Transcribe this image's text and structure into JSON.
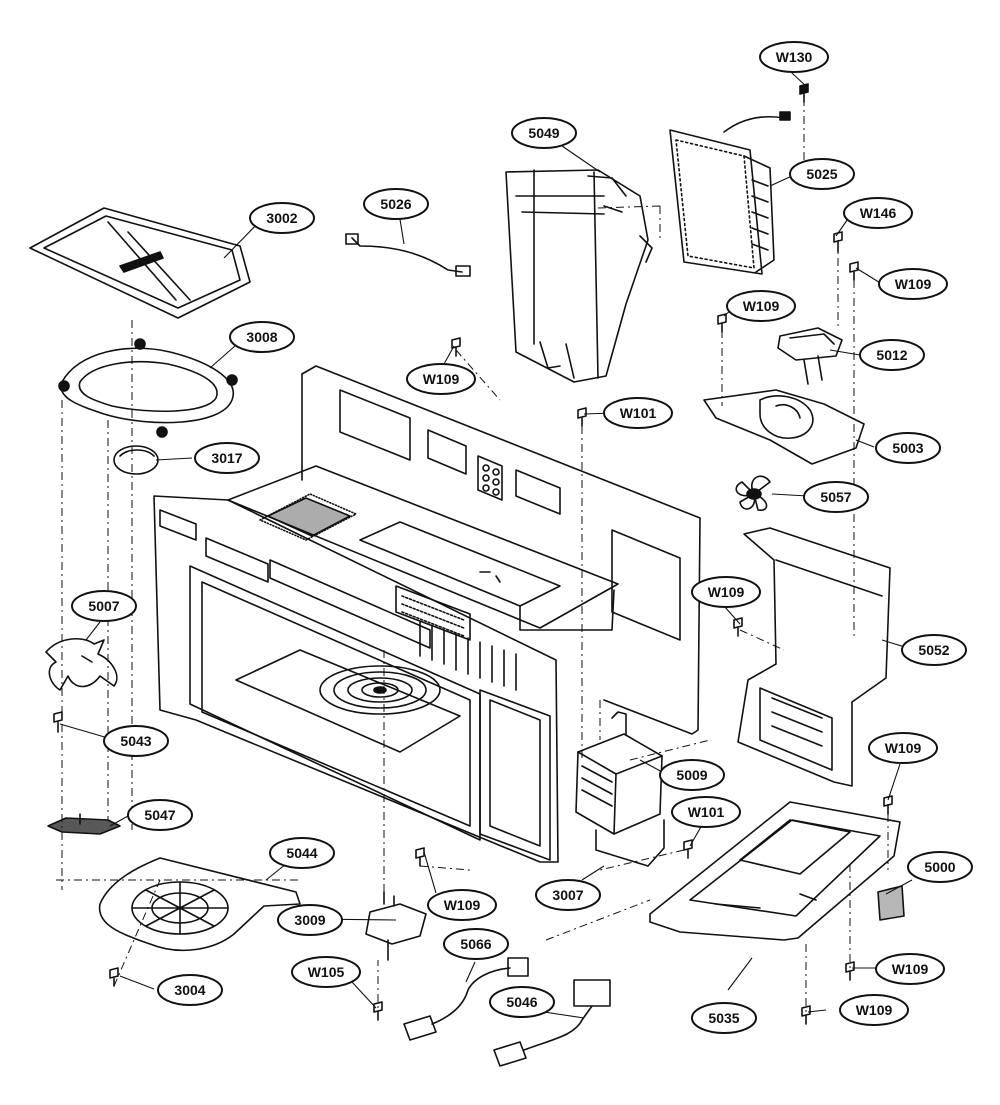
{
  "diagram": {
    "callouts": [
      {
        "id": "W130",
        "label": "W130"
      },
      {
        "id": "5049",
        "label": "5049"
      },
      {
        "id": "5025",
        "label": "5025"
      },
      {
        "id": "3002",
        "label": "3002"
      },
      {
        "id": "5026",
        "label": "5026"
      },
      {
        "id": "W146",
        "label": "W146"
      },
      {
        "id": "W109-a",
        "label": "W109"
      },
      {
        "id": "W109-b",
        "label": "W109"
      },
      {
        "id": "3008",
        "label": "3008"
      },
      {
        "id": "5012",
        "label": "5012"
      },
      {
        "id": "W109-c",
        "label": "W109"
      },
      {
        "id": "W101-a",
        "label": "W101"
      },
      {
        "id": "3017",
        "label": "3017"
      },
      {
        "id": "5003",
        "label": "5003"
      },
      {
        "id": "5057",
        "label": "5057"
      },
      {
        "id": "5007",
        "label": "5007"
      },
      {
        "id": "W109-d",
        "label": "W109"
      },
      {
        "id": "5052",
        "label": "5052"
      },
      {
        "id": "5043",
        "label": "5043"
      },
      {
        "id": "W109-e",
        "label": "W109"
      },
      {
        "id": "5009",
        "label": "5009"
      },
      {
        "id": "5047",
        "label": "5047"
      },
      {
        "id": "W101-b",
        "label": "W101"
      },
      {
        "id": "5044",
        "label": "5044"
      },
      {
        "id": "5000",
        "label": "5000"
      },
      {
        "id": "3007",
        "label": "3007"
      },
      {
        "id": "W109-f",
        "label": "W109"
      },
      {
        "id": "3009",
        "label": "3009"
      },
      {
        "id": "5066",
        "label": "5066"
      },
      {
        "id": "W105",
        "label": "W105"
      },
      {
        "id": "W109-g",
        "label": "W109"
      },
      {
        "id": "3004",
        "label": "3004"
      },
      {
        "id": "5046",
        "label": "5046"
      },
      {
        "id": "5035",
        "label": "5035"
      },
      {
        "id": "W109-h",
        "label": "W109"
      }
    ]
  }
}
